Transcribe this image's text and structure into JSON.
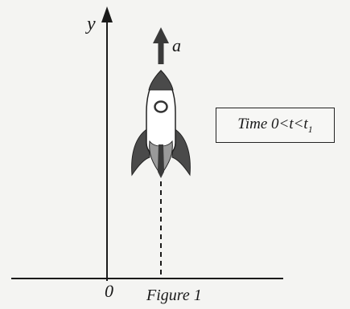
{
  "diagram": {
    "axis": {
      "y_label": "y",
      "origin_label": "0"
    },
    "acceleration_label": "a",
    "time_box": {
      "prefix": "Time 0<t<t",
      "subscript": "1"
    },
    "caption": "Figure 1",
    "colors": {
      "axis": "#1a1a1a",
      "rocket_body": "#ffffff",
      "rocket_dark": "#4a4a4a",
      "rocket_fin_light": "#9a9a9a",
      "arrow": "#3a3a3a"
    }
  }
}
